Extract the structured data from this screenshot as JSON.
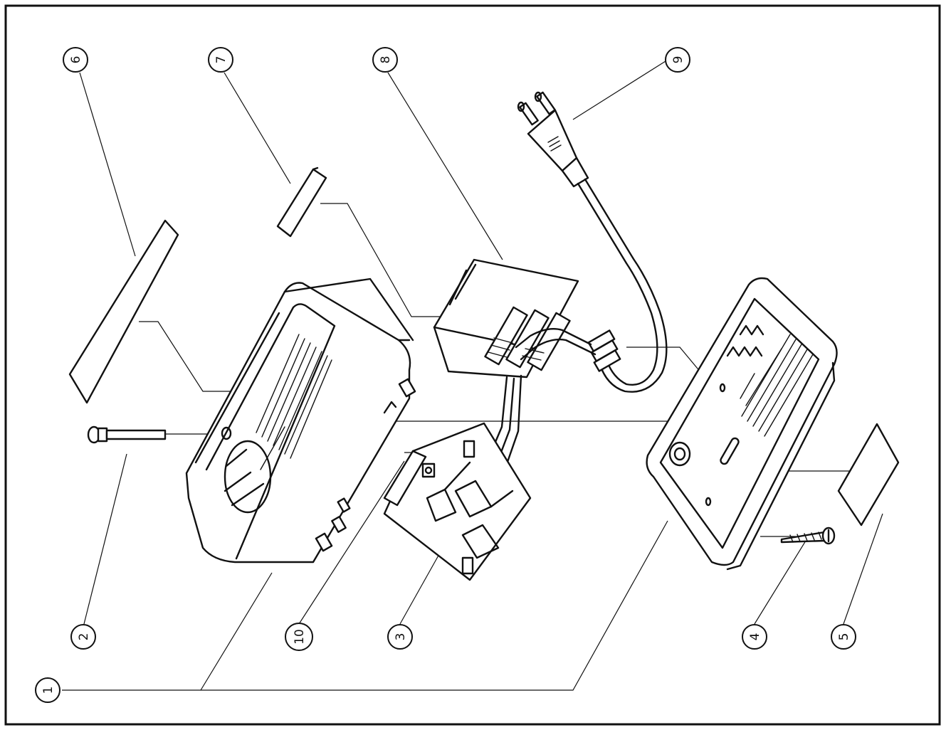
{
  "callouts": [
    {
      "id": "c1",
      "label": "1"
    },
    {
      "id": "c2",
      "label": "2"
    },
    {
      "id": "c3",
      "label": "3"
    },
    {
      "id": "c4",
      "label": "4"
    },
    {
      "id": "c5",
      "label": "5"
    },
    {
      "id": "c6",
      "label": "6"
    },
    {
      "id": "c7",
      "label": "7"
    },
    {
      "id": "c8",
      "label": "8"
    },
    {
      "id": "c9",
      "label": "9"
    },
    {
      "id": "c10",
      "label": "10"
    }
  ],
  "colors": {
    "ink": "#111111",
    "paper": "#ffffff"
  }
}
